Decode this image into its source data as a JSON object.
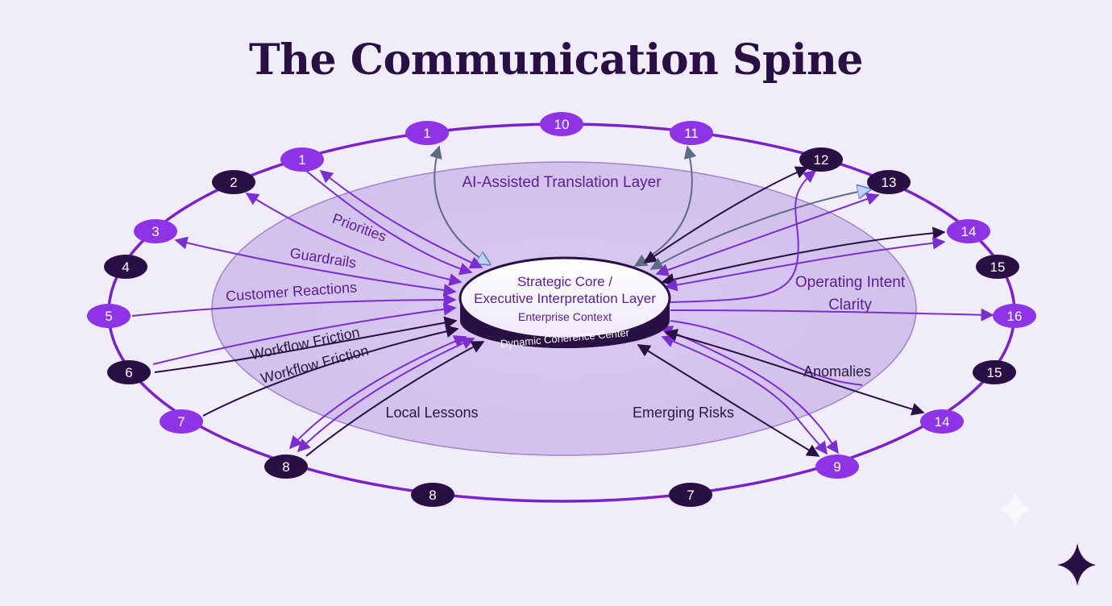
{
  "title": "The Communication Spine",
  "colors": {
    "background": "#f1ecf9",
    "ring": "#7a22c8",
    "node_violet": "#8e33e6",
    "node_dark": "#2a0f45",
    "arrow_violet": "#7a2ed0",
    "arrow_dark": "#2a0f45",
    "arrow_slate": "#5f6a86",
    "label_purple": "#5a1d91",
    "label_dark": "#2a1640"
  },
  "layers": {
    "translation": "AI-Assisted Translation Layer"
  },
  "core": {
    "line1": "Strategic Core /",
    "line2": "Executive Interpretation Layer",
    "line3": "Enterprise Context",
    "rim": "Dynamic Coherence Center"
  },
  "flows": {
    "priorities": "Priorities",
    "guardrails": "Guardrails",
    "customer_reactions": "Customer Reactions",
    "workflow_friction_1": "Workflow Friction",
    "workflow_friction_2": "Workflow Friction",
    "local_lessons": "Local Lessons",
    "emerging_risks": "Emerging Risks",
    "operating_intent_1": "Operating Intent",
    "operating_intent_2": "Clarity",
    "anomalies": "Anomalies"
  },
  "nodes": [
    {
      "id": "n-top-1",
      "label": "1",
      "tone": "violet"
    },
    {
      "id": "n-top-10",
      "label": "10",
      "tone": "violet"
    },
    {
      "id": "n-top-11",
      "label": "11",
      "tone": "violet"
    },
    {
      "id": "n-left-1",
      "label": "1",
      "tone": "violet"
    },
    {
      "id": "n-left-2",
      "label": "2",
      "tone": "dark"
    },
    {
      "id": "n-left-3",
      "label": "3",
      "tone": "violet"
    },
    {
      "id": "n-left-4",
      "label": "4",
      "tone": "dark"
    },
    {
      "id": "n-left-5",
      "label": "5",
      "tone": "violet"
    },
    {
      "id": "n-left-6",
      "label": "6",
      "tone": "dark"
    },
    {
      "id": "n-left-7",
      "label": "7",
      "tone": "violet"
    },
    {
      "id": "n-bottom-8a",
      "label": "8",
      "tone": "dark"
    },
    {
      "id": "n-bottom-8b",
      "label": "8",
      "tone": "dark"
    },
    {
      "id": "n-bottom-7",
      "label": "7",
      "tone": "dark"
    },
    {
      "id": "n-bottom-9",
      "label": "9",
      "tone": "violet"
    },
    {
      "id": "n-right-12",
      "label": "12",
      "tone": "dark"
    },
    {
      "id": "n-right-13",
      "label": "13",
      "tone": "dark"
    },
    {
      "id": "n-right-14a",
      "label": "14",
      "tone": "violet"
    },
    {
      "id": "n-right-15a",
      "label": "15",
      "tone": "dark"
    },
    {
      "id": "n-right-16",
      "label": "16",
      "tone": "violet"
    },
    {
      "id": "n-right-15b",
      "label": "15",
      "tone": "dark"
    },
    {
      "id": "n-right-14b",
      "label": "14",
      "tone": "violet"
    }
  ]
}
